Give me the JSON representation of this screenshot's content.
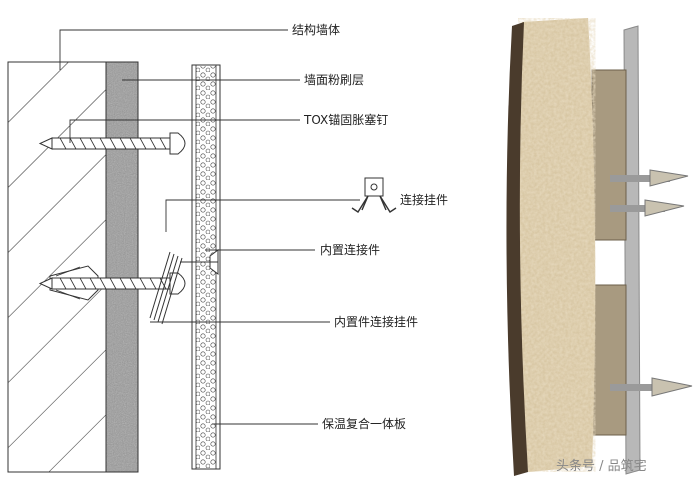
{
  "labels": {
    "wall": "结构墙体",
    "plaster": "墙面粉刷层",
    "anchor": "TOX锚固胀塞钉",
    "hanger": "连接挂件",
    "insert": "内置连接件",
    "insert_hanger": "内置件连接挂件",
    "board": "保温复合一体板"
  },
  "watermark": "头条号 / 品筑宅",
  "colors": {
    "line": "#333333",
    "plaster": "#9a9a9a",
    "foam": "#d8c7a4",
    "stone": "#4a3b2c",
    "steel": "#b8b8b8"
  }
}
